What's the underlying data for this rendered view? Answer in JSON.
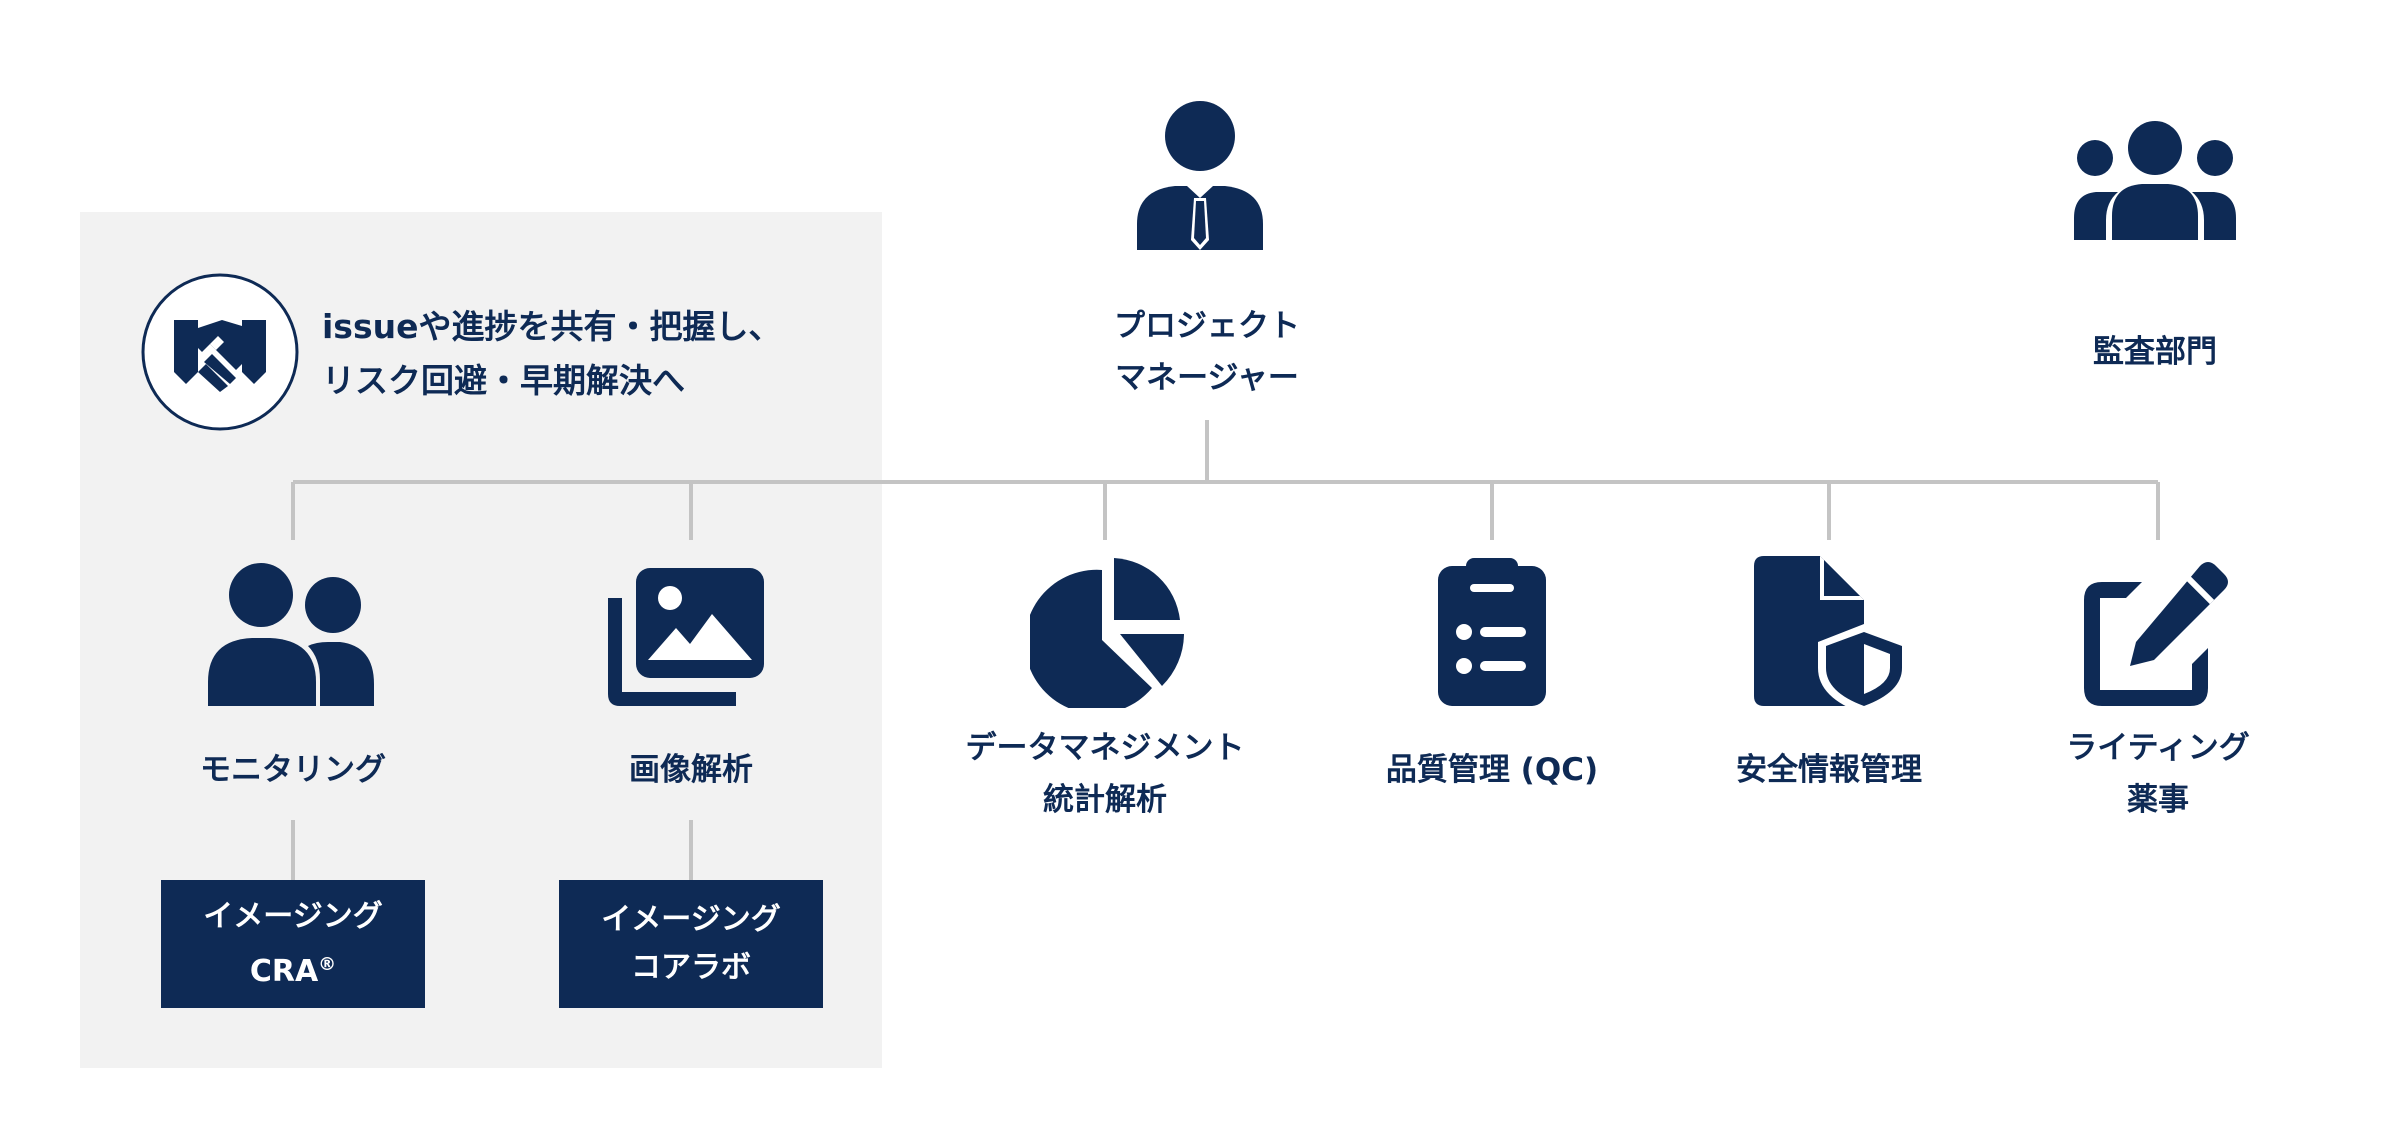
{
  "colors": {
    "navy": "#0e2a55",
    "panel_bg": "#f2f2f2",
    "connector": "#c4c4c4",
    "background": "#ffffff"
  },
  "callout": {
    "icon": "handshake-icon",
    "line1": "issueや進捗を共有・把握し、",
    "line2": "リスク回避・早期解決へ"
  },
  "top": {
    "manager": {
      "icon": "person-with-tie-icon",
      "line1": "プロジェクト",
      "line2": "マネージャー"
    },
    "audit": {
      "icon": "group-icon",
      "label": "監査部門"
    }
  },
  "departments": [
    {
      "icon": "users-icon",
      "line1": "モニタリング",
      "line2": ""
    },
    {
      "icon": "images-icon",
      "line1": "画像解析",
      "line2": ""
    },
    {
      "icon": "pie-chart-icon",
      "line1": "データマネジメント",
      "line2": "統計解析"
    },
    {
      "icon": "clipboard-list-icon",
      "line1": "品質管理 (QC)",
      "line2": ""
    },
    {
      "icon": "file-shield-icon",
      "line1": "安全情報管理",
      "line2": ""
    },
    {
      "icon": "edit-icon",
      "line1": "ライティング",
      "line2": "薬事"
    }
  ],
  "services": [
    {
      "line1": "イメージング",
      "line2": "CRA",
      "mark": "®"
    },
    {
      "line1": "イメージング",
      "line2": "コアラボ",
      "mark": ""
    }
  ]
}
